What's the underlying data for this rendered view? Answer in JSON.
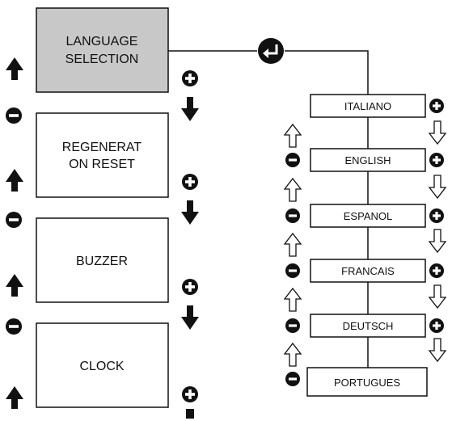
{
  "menu": {
    "items": [
      {
        "id": "language",
        "lines": [
          "LANGUAGE",
          "SELECTION"
        ],
        "selected": true
      },
      {
        "id": "regeneration",
        "lines": [
          "REGENERAT",
          "ON RESET"
        ],
        "selected": false
      },
      {
        "id": "buzzer",
        "lines": [
          "BUZZER"
        ],
        "selected": false
      },
      {
        "id": "clock",
        "lines": [
          "CLOCK"
        ],
        "selected": false
      }
    ]
  },
  "languages": {
    "items": [
      "ITALIANO",
      "ENGLISH",
      "ESPANOL",
      "FRANCAIS",
      "DEUTSCH",
      "PORTUGUES"
    ]
  },
  "symbols": {
    "plus": "+",
    "minus": "−"
  },
  "colors": {
    "selected_fill": "#c8c8c8",
    "line": "#111111",
    "box_fill": "#ffffff"
  }
}
